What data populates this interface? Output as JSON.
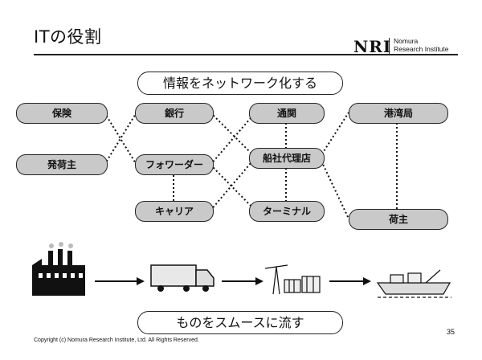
{
  "slide": {
    "title": "ITの役割",
    "logo": {
      "mark": "NRI",
      "name_line1": "Nomura",
      "name_line2": "Research Institute"
    },
    "banner_top": "情報をネットワーク化する",
    "banner_bottom": "ものをスムースに流す",
    "copyright": "Copyright (c) Nomura Research Institute, Ltd. All Rights Reserved.",
    "page_number": "35"
  },
  "network": {
    "nodes": {
      "insurance": "保険",
      "shipper_origin": "発荷主",
      "bank": "銀行",
      "forwarder": "フォワーダー",
      "carrier": "キャリア",
      "customs": "通関",
      "ship_agent": "船社代理店",
      "terminal": "ターミナル",
      "port_authority": "港湾局",
      "consignee": "荷主"
    }
  },
  "flow_icons": [
    "factory-icon",
    "truck-icon",
    "crane-warehouse-icon",
    "ship-icon"
  ]
}
